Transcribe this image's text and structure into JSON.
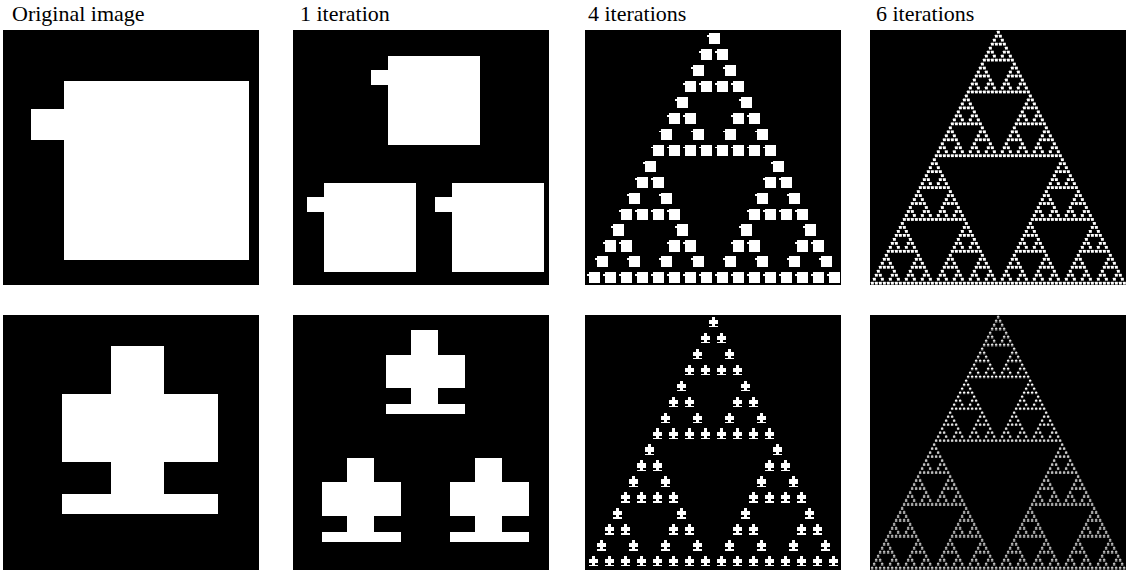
{
  "diagram": {
    "labels": [
      "Original image",
      "1 iteration",
      "4 iterations",
      "6 iterations"
    ]
  }
}
